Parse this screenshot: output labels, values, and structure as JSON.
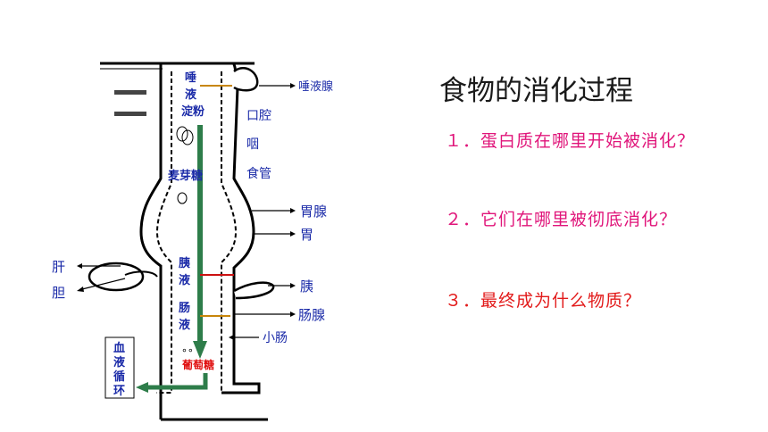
{
  "diagram": {
    "mouth_left_labels": [
      "唾",
      "液",
      "淀粉"
    ],
    "maltose": "麦芽糖",
    "pancreatic_juice": [
      "胰",
      "液"
    ],
    "intestinal_juice": [
      "肠",
      "液"
    ],
    "glucose": "葡萄糖",
    "blood_circulation": [
      "血",
      "液",
      "循",
      "环"
    ],
    "organs": {
      "salivary_gland": "唾液腺",
      "mouth": "口腔",
      "pharynx": "咽",
      "esophagus": "食管",
      "gastric_gland": "胃腺",
      "stomach": "胃",
      "pancreas": "胰",
      "intestinal_gland": "肠腺",
      "small_intestine": "小肠",
      "liver": "肝",
      "gallbladder": "胆"
    },
    "colors": {
      "enzyme_blue": "#1a2aa8",
      "glucose_red": "#e01010",
      "flow_green": "#2e7d4a"
    }
  },
  "title": "食物的消化过程",
  "questions": [
    {
      "text": "１．蛋白质在哪里开始被消化？"
    },
    {
      "text": "２．它们在哪里被彻底消化？"
    },
    {
      "text": "３．最终成为什么物质？"
    }
  ]
}
